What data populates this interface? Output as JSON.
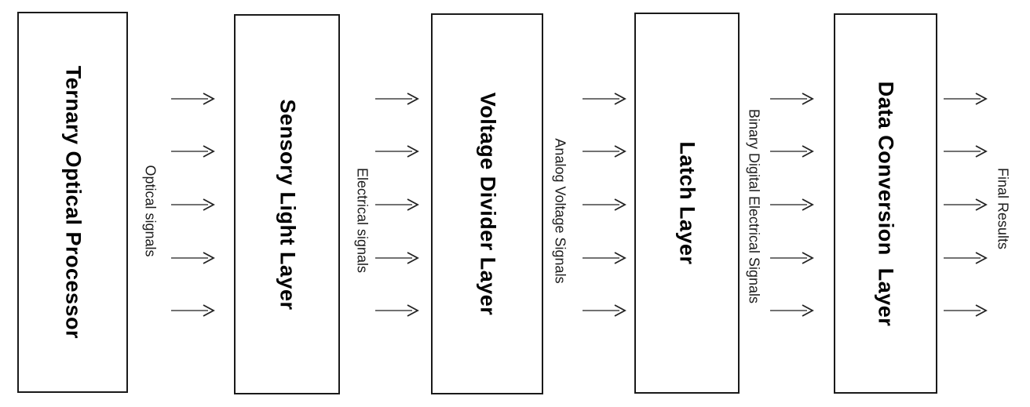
{
  "diagram": {
    "boxes": [
      {
        "label": "Ternary Optical Processor"
      },
      {
        "label": "Sensory Light Layer"
      },
      {
        "label": "Voltage Divider Layer"
      },
      {
        "label": "Latch Layer"
      },
      {
        "label": "Data Conversion  Layer"
      }
    ],
    "flows": [
      {
        "label": "Optical signals",
        "arrow_count": 5
      },
      {
        "label": "Electrical signals",
        "arrow_count": 5
      },
      {
        "label": "Analog Voltage Signals",
        "arrow_count": 5
      },
      {
        "label": "Binary Digital Electrical Signals",
        "arrow_count": 5
      },
      {
        "label": "Final Results",
        "arrow_count": 5
      }
    ],
    "colors": {
      "background": "#ffffff",
      "box_border": "#1a1a1a",
      "box_fill": "#ffffff",
      "text": "#000000",
      "arrow_shaft": "#444444",
      "arrow_head": "#222222"
    }
  }
}
